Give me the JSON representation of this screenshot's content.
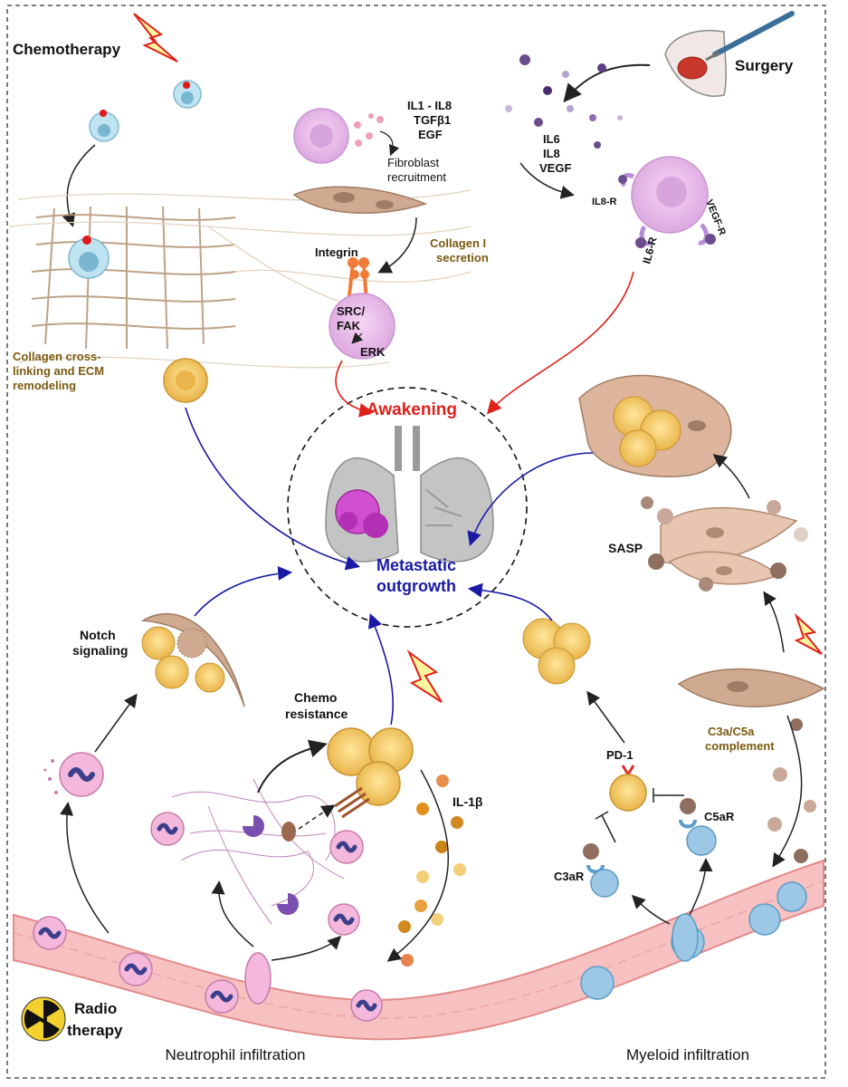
{
  "labels": {
    "chemotherapy": "Chemotherapy",
    "surgery": "Surgery",
    "radio_line1": "Radio",
    "radio_line2": "therapy",
    "cytokines1": [
      "IL1 - IL8",
      "TGFβ1",
      "EGF"
    ],
    "fibroblast_recruitment": [
      "Fibroblast",
      "recruitment"
    ],
    "integrin": "Integrin",
    "collagen_secretion": [
      "Collagen I",
      "secretion"
    ],
    "src_fak": [
      "SRC/",
      "FAK"
    ],
    "erk": "ERK",
    "collagen_crosslinking": [
      "Collagen cross-",
      "linking and ECM",
      "remodeling"
    ],
    "cytokines2": [
      "IL6",
      "IL8",
      "VEGF"
    ],
    "il8r": "IL8-R",
    "vegfr": "VEGF-R",
    "il6r": "IL6-R",
    "awakening": "Awakening",
    "metastatic": [
      "Metastatic",
      "outgrowth"
    ],
    "sasp": "SASP",
    "notch": [
      "Notch",
      "signaling"
    ],
    "chemo_resistance": [
      "Chemo",
      "resistance"
    ],
    "il1b": "IL-1β",
    "pd1": "PD-1",
    "c5ar": "C5aR",
    "c3ar": "C3aR",
    "complement": [
      "C3a/C5a",
      "complement"
    ],
    "neutrophil_infiltration": "Neutrophil infiltration",
    "myeloid_infiltration": "Myeloid infiltration"
  },
  "colors": {
    "red_arrow": "#e0201a",
    "blue_arrow": "#1a1aa6",
    "olive_text": "#7a5a10",
    "tumor_cell": "#f5c95a",
    "neutrophil": "#f3b8dc",
    "myeloid": "#9cc8e6",
    "fibroblast": "#cfa990",
    "vessel": "#f4a3a3"
  }
}
